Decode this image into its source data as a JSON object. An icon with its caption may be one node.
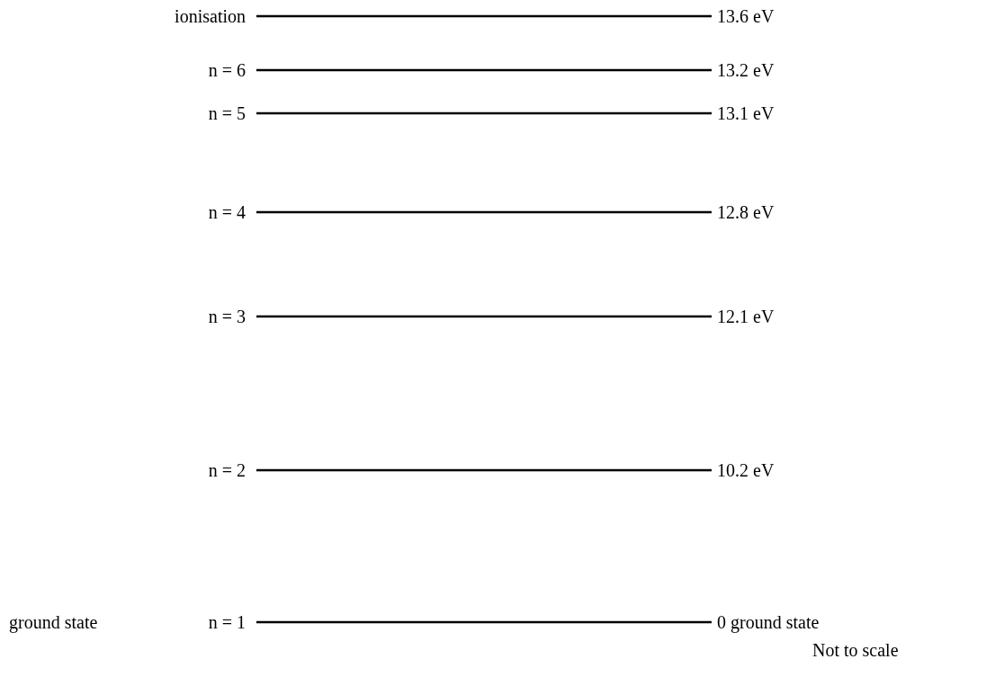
{
  "diagram": {
    "nodes": [
      {
        "text": [
          "ionisation"
        ]
      },
      {
        "text": [
          "13.6 eV"
        ]
      },
      {
        "text": [
          "n = 6"
        ]
      },
      {
        "text": [
          "13.2 eV"
        ]
      },
      {
        "text": [
          "n = 5"
        ]
      },
      {
        "text": [
          "13.1 eV"
        ]
      },
      {
        "text": [
          "n = 4"
        ]
      },
      {
        "text": [
          "12.8 eV"
        ]
      },
      {
        "text": [
          "n = 3"
        ]
      },
      {
        "text": [
          "12.1 eV"
        ]
      },
      {
        "text": [
          "n = 2"
        ]
      },
      {
        "text": [
          "10.2 eV"
        ]
      },
      {
        "text": [
          "n = 1"
        ]
      },
      {
        "text": [
          "0 ground state"
        ]
      }
    ],
    "edges": [
      {
        "from": 0,
        "to": 1,
        "arrow": "none"
      },
      {
        "from": 2,
        "to": 3,
        "arrow": "none"
      },
      {
        "from": 4,
        "to": 5,
        "arrow": "none"
      },
      {
        "from": 6,
        "to": 7,
        "arrow": "none"
      },
      {
        "from": 8,
        "to": 9,
        "arrow": "none"
      },
      {
        "from": 10,
        "to": 11,
        "arrow": "none"
      },
      {
        "from": 12,
        "to": 13,
        "arrow": "none"
      }
    ],
    "labels": [
      "ground state",
      "Not to scale"
    ]
  }
}
